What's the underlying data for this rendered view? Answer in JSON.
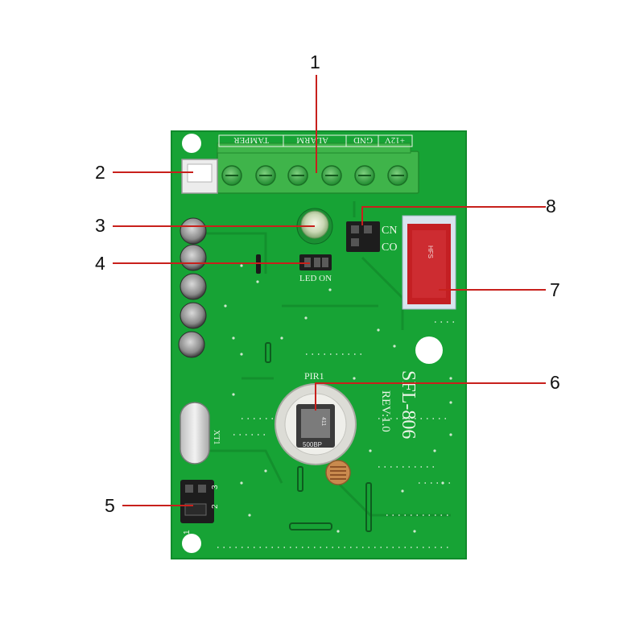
{
  "board": {
    "model": "SFL-806",
    "revision": "REV:1.0",
    "terminal_labels": [
      "TAMPER",
      "ALARM",
      "GND",
      "+12V"
    ],
    "pir_label": "PIR1",
    "sensor_text": "500BP",
    "sensor_code": "411",
    "led_jumper_label": "LED ON",
    "relay_jumper_labels": [
      "CN",
      "CO"
    ],
    "crystal_label": "XT1",
    "relay_marking": "HFS",
    "jumper_pins": [
      "1",
      "2",
      "3"
    ]
  },
  "callouts": [
    {
      "number": "1",
      "target": "terminal block"
    },
    {
      "number": "2",
      "target": "tamper connector"
    },
    {
      "number": "3",
      "target": "LED"
    },
    {
      "number": "4",
      "target": "LED ON jumper"
    },
    {
      "number": "5",
      "target": "3-pin jumper"
    },
    {
      "number": "6",
      "target": "PIR sensor"
    },
    {
      "number": "7",
      "target": "relay"
    },
    {
      "number": "8",
      "target": "CN/CO jumper"
    }
  ],
  "colors": {
    "pcb": "#17a335",
    "pcb_dark": "#0f7d27",
    "terminal": "#3fb44a",
    "callout_line": "#c8201c"
  }
}
